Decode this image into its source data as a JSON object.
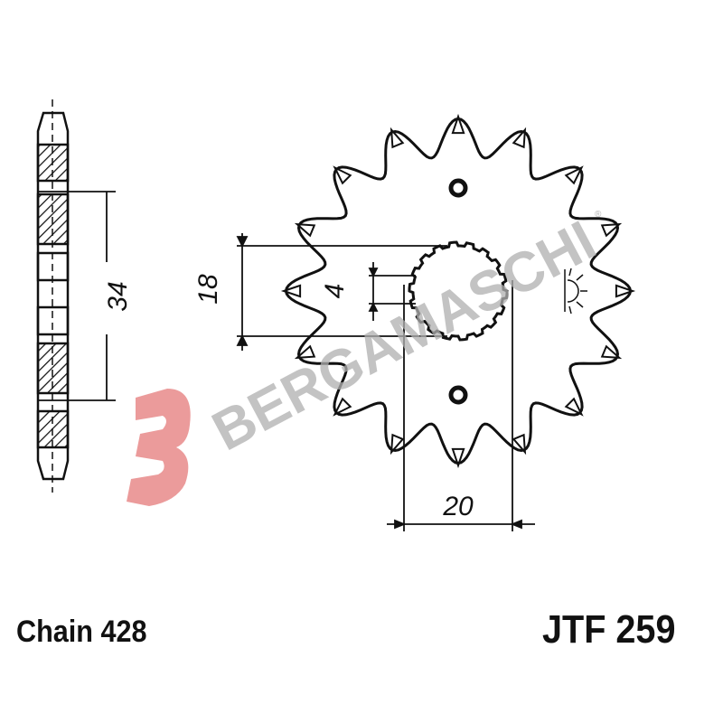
{
  "drawing": {
    "dimensions": {
      "pitch_diameter": "34",
      "spline_diameter": "18",
      "key_width": "4",
      "spline_width": "20"
    },
    "teeth": 16
  },
  "watermark": {
    "text": "BERGAMASCHI",
    "registered": "®",
    "logo_color": "#e88a8a"
  },
  "labels": {
    "chain": "Chain 428",
    "part_code": "JTF 259"
  }
}
